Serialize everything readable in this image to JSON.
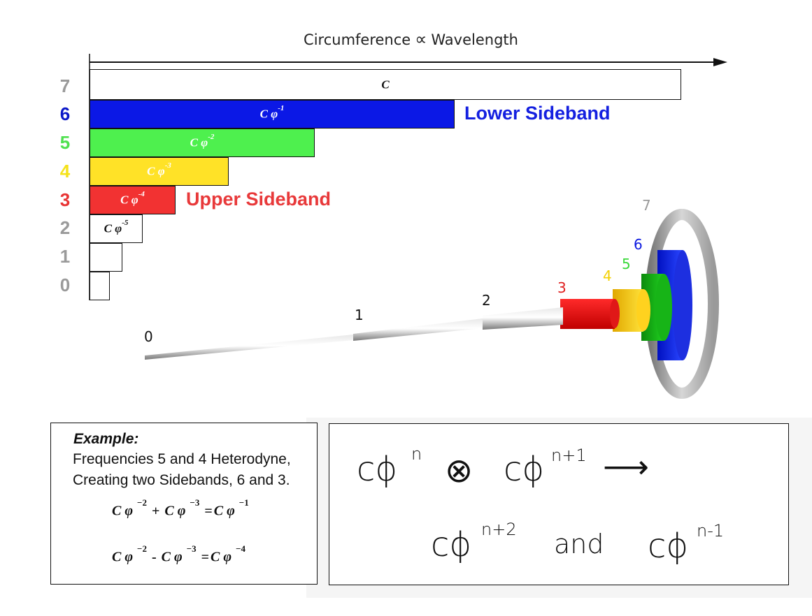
{
  "axis": {
    "left_label": "Circumference",
    "symbol": "∝",
    "right_label": "Wavelength"
  },
  "levels": [
    {
      "n": "7",
      "color": "#9a9a9a",
      "bar_fill": "#ffffff",
      "formula_base": "C",
      "formula_exp": "",
      "formula_color": "#111111"
    },
    {
      "n": "6",
      "color": "#0b18c8",
      "bar_fill": "#0b18e6",
      "formula_base": "C φ",
      "formula_exp": "-1",
      "formula_color": "#ffffff"
    },
    {
      "n": "5",
      "color": "#4fe04f",
      "bar_fill": "#4ef04e",
      "formula_base": "C φ",
      "formula_exp": "-2",
      "formula_color": "#ffffff"
    },
    {
      "n": "4",
      "color": "#f5e21a",
      "bar_fill": "#ffe227",
      "formula_base": "C φ",
      "formula_exp": "-3",
      "formula_color": "#ffffff"
    },
    {
      "n": "3",
      "color": "#e83434",
      "bar_fill": "#f23232",
      "formula_base": "C φ",
      "formula_exp": "-4",
      "formula_color": "#ffffff"
    },
    {
      "n": "2",
      "color": "#9a9a9a",
      "bar_fill": "#ffffff",
      "formula_base": "C φ",
      "formula_exp": "-5",
      "formula_color": "#111111"
    },
    {
      "n": "1",
      "color": "#9a9a9a",
      "bar_fill": "#ffffff",
      "formula_base": "",
      "formula_exp": "",
      "formula_color": "#111111"
    },
    {
      "n": "0",
      "color": "#9a9a9a",
      "bar_fill": "#ffffff",
      "formula_base": "",
      "formula_exp": "",
      "formula_color": "#111111"
    }
  ],
  "sidebands": {
    "lower": {
      "text": "Lower Sideband",
      "color": "#1420e0"
    },
    "upper": {
      "text": "Upper Sideband",
      "color": "#e8393a"
    }
  },
  "antenna_labels": {
    "0": "0",
    "1": "1",
    "2": "2",
    "3": "3",
    "4": "4",
    "5": "5",
    "6": "6",
    "7": "7"
  },
  "example": {
    "title": "Example:",
    "line1": "Frequencies 5 and 4 Heterodyne,",
    "line2": "Creating two Sidebands, 6 and 3.",
    "eq1": {
      "a": "C φ",
      "a_exp": "−2",
      "op": "+",
      "b": "C φ",
      "b_exp": "−3",
      "eq": "=",
      "c": "C φ",
      "c_exp": "−1"
    },
    "eq2": {
      "a": "C φ",
      "a_exp": "−2",
      "op": "-",
      "b": "C φ",
      "b_exp": "−3",
      "eq": "=",
      "c": "C φ",
      "c_exp": "−4"
    }
  },
  "handwritten": {
    "t1": "cϕ",
    "t1_exp": "n",
    "op": "⊗",
    "t2": "cϕ",
    "t2_exp": "n+1",
    "arrow": "⟶",
    "t3": "cϕ",
    "t3_exp": "n+2",
    "and": "and",
    "t4": "cϕ",
    "t4_exp": "n-1"
  }
}
